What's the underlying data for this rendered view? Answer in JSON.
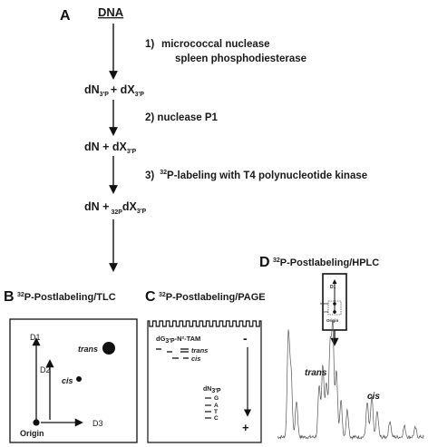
{
  "panel_a": {
    "letter": "A",
    "dna": "DNA",
    "step1_num": "1)",
    "step1_line1": "micrococcal nuclease",
    "step1_line2": "spleen phosphodiesterase",
    "prod1_a": "dN",
    "prod1_a_sub": "3'P",
    "prod1_plus": "+ dX",
    "prod1_b_sub": "3'P",
    "step2": "2) nuclease P1",
    "prod2_a": "dN + dX",
    "prod2_sub": "3'P",
    "step3_num": "3)",
    "step3_sup": "32",
    "step3_text": "P-labeling with T4 polynucleotide kinase",
    "prod3_a": "dN +",
    "prod3_sub_label": "32P",
    "prod3_b": "dX",
    "prod3_sub": "3'P"
  },
  "panel_b": {
    "letter": "B",
    "sup": "32",
    "title": "P-Postlabeling/TLC",
    "d1": "D1",
    "d2": "D2",
    "d3": "D3",
    "trans": "trans",
    "cis": "cis",
    "origin": "Origin"
  },
  "panel_c": {
    "letter": "C",
    "sup": "32",
    "title": "P-Postlabeling/PAGE",
    "adduct_pre": "dG",
    "adduct_sub": "3'P",
    "adduct_post": "-N²-TAM",
    "trans": "trans",
    "cis": "cis",
    "dn": "dN",
    "dn_sub": "3'P",
    "bases": [
      "G",
      "A",
      "T",
      "C"
    ],
    "minus": "-",
    "plus": "+"
  },
  "panel_d": {
    "letter": "D",
    "sup": "32",
    "title": "P-Postlabeling/HPLC",
    "d1": "D1",
    "trans_small": "trans",
    "cis_small": "cis",
    "origin": "Origin",
    "trans": "trans",
    "cis": "cis"
  }
}
